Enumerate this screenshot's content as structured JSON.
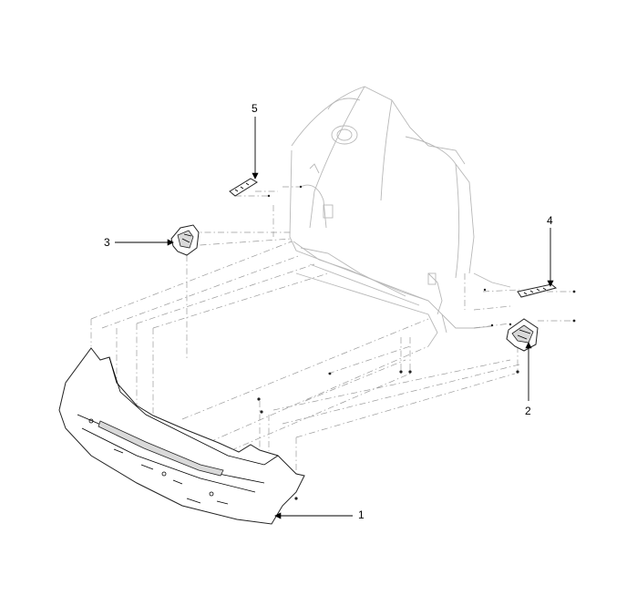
{
  "callouts": {
    "c1": "1",
    "c2": "2",
    "c3": "3",
    "c4": "4",
    "c5": "5"
  },
  "parts": [
    {
      "number": "1",
      "icon": "rear-bumper-cover"
    },
    {
      "number": "2",
      "icon": "side-bracket-right"
    },
    {
      "number": "3",
      "icon": "side-bracket-left"
    },
    {
      "number": "4",
      "icon": "upper-rail-right"
    },
    {
      "number": "5",
      "icon": "upper-rail-left"
    }
  ]
}
